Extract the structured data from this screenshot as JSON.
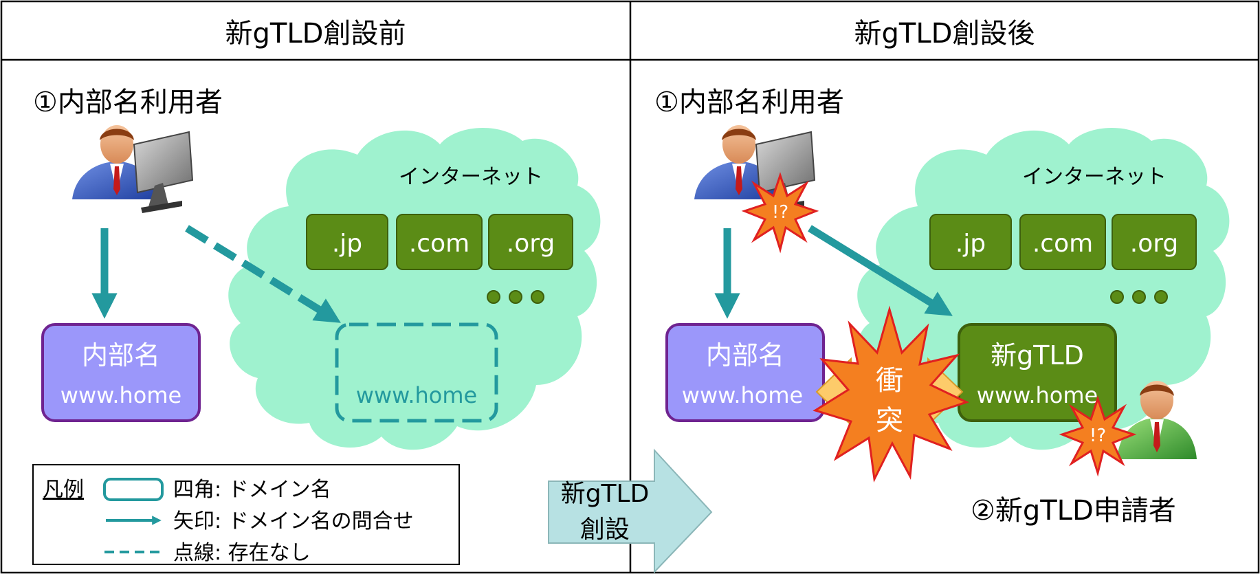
{
  "headers": {
    "before": "新gTLD創設前",
    "after": "新gTLD創設後"
  },
  "left_panel": {
    "user_label": "①内部名利用者",
    "cloud_label": "インターネット",
    "tlds": [
      ".jp",
      ".com",
      ".org"
    ],
    "internal_box": {
      "line1": "内部名",
      "line2": "www.home"
    },
    "dashed_box": {
      "line1": "www.home"
    }
  },
  "right_panel": {
    "user_label": "①内部名利用者",
    "cloud_label": "インターネット",
    "tlds": [
      ".jp",
      ".com",
      ".org"
    ],
    "internal_box": {
      "line1": "内部名",
      "line2": "www.home"
    },
    "new_tld_box": {
      "line1": "新gTLD",
      "line2": "www.home"
    },
    "collision": {
      "char1": "衝",
      "char2": "突"
    },
    "alert_user": "!?",
    "alert_applicant": "!?",
    "applicant_label": "②新gTLD申請者"
  },
  "transition_arrow": {
    "line1": "新gTLD",
    "line2": "創設"
  },
  "legend": {
    "title": "凡例",
    "items": [
      {
        "symbol": "box",
        "text": "四角: ドメイン名"
      },
      {
        "symbol": "arrow",
        "text": "矢印: ドメイン名の問合せ"
      },
      {
        "symbol": "dashed",
        "text": "点線: 存在なし"
      }
    ]
  },
  "colors": {
    "teal": "#23999e",
    "cloud": "#9ff2cf",
    "tld_green": "#5b8c16",
    "purple": "#9b97fa",
    "purple_border": "#6f2390",
    "burst": "#f47f20",
    "burst_fill": "#fcbc7a",
    "double_arrow": "#fdcb6a",
    "transition": "#b7e1e3"
  }
}
